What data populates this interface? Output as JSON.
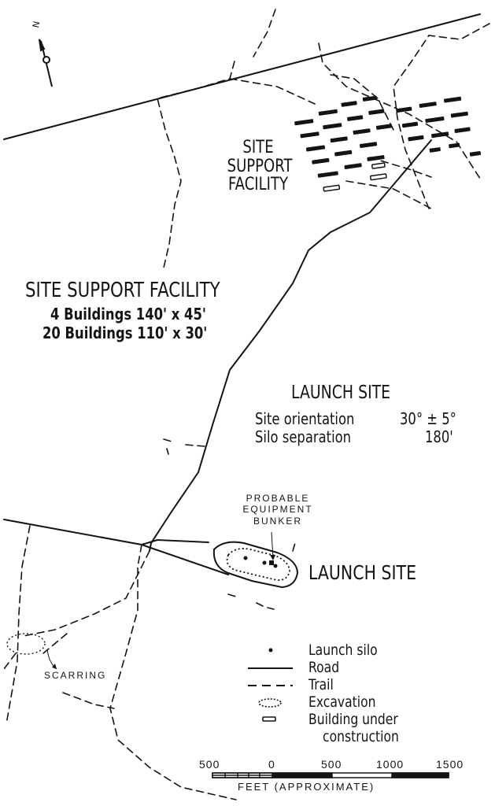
{
  "north_arrow": {
    "label": "N"
  },
  "site_support_label": [
    "SITE",
    "SUPPORT",
    "FACILITY"
  ],
  "ssf_block": {
    "title": "SITE SUPPORT FACILITY",
    "lines": [
      "4 Buildings 140' x 45'",
      "20 Buildings 110' x 30'"
    ]
  },
  "launch_block": {
    "title": "LAUNCH SITE",
    "rows": [
      {
        "label": "Site orientation",
        "value": "30° ± 5°"
      },
      {
        "label": "Silo separation",
        "value": "180'"
      }
    ]
  },
  "probable_bunker": [
    "PROBABLE",
    "EQUIPMENT",
    "BUNKER"
  ],
  "launch_site_label": "LAUNCH SITE",
  "scarring_label": "SCARRING",
  "legend": [
    {
      "symbol": "launch-silo",
      "label": "Launch silo"
    },
    {
      "symbol": "road",
      "label": "Road"
    },
    {
      "symbol": "trail",
      "label": "Trail"
    },
    {
      "symbol": "excavation",
      "label": "Excavation"
    },
    {
      "symbol": "building-under-construction",
      "label": "Building under",
      "label2": "construction"
    }
  ],
  "scale_bar": {
    "ticks": [
      "500",
      "0",
      "500",
      "1000",
      "1500"
    ],
    "unit_label": "FEET (APPROXIMATE)"
  }
}
